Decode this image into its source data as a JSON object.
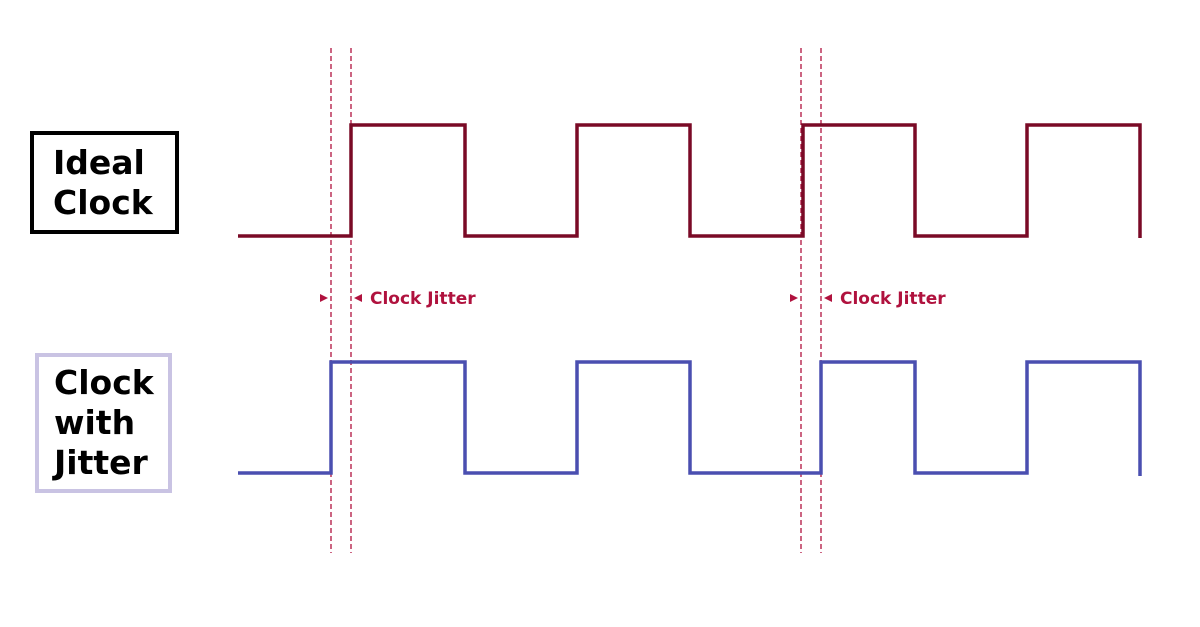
{
  "labels": {
    "ideal_clock": [
      "Ideal",
      "Clock"
    ],
    "clock_with_jitter": [
      "Clock",
      "with",
      "Jitter"
    ],
    "annotations": [
      "Clock Jitter",
      "Clock Jitter"
    ]
  },
  "colors": {
    "ideal_wave": "#7a0a26",
    "jitter_wave": "#4a4fb0",
    "marker": "#b0123e",
    "ideal_border": "#000000",
    "jitter_border": "#c9c3e3"
  }
}
